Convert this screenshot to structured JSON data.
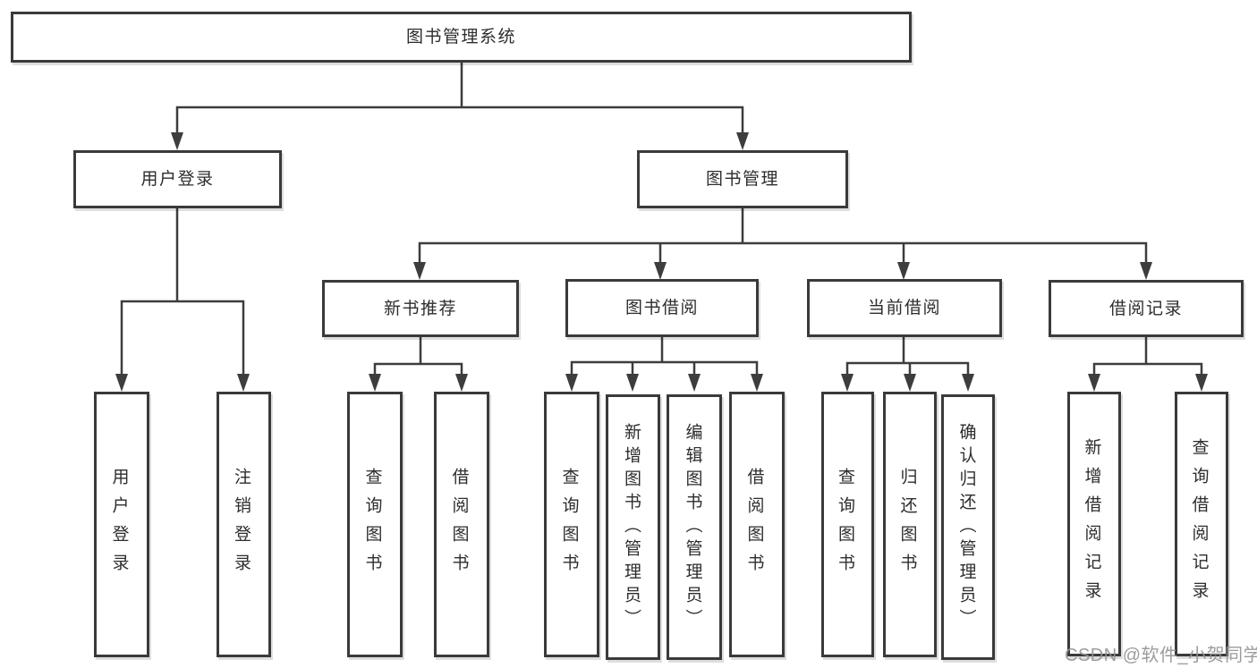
{
  "nodes": {
    "root": "图书管理系统",
    "user_login": "用户登录",
    "book_mgmt": "图书管理",
    "new_books": "新书推荐",
    "book_borrow": "图书借阅",
    "current_borrow": "当前借阅",
    "borrow_records": "借阅记录",
    "leaf_user_login": "用户登录",
    "leaf_logout": "注销登录",
    "leaf_query_book_new": "查询图书",
    "leaf_borrow_book_new": "借阅图书",
    "leaf_query_book_borrow": "查询图书",
    "leaf_add_book": "新增图书（管理员）",
    "leaf_edit_book": "编辑图书（管理员）",
    "leaf_borrow_book_borrow": "借阅图书",
    "leaf_query_book_current": "查询图书",
    "leaf_return_book": "归还图书",
    "leaf_confirm_return": "确认归还（管理员）",
    "leaf_add_record": "新增借阅记录",
    "leaf_query_record": "查询借阅记录"
  },
  "watermark": "CSDN @软件_小贺同学",
  "colors": {
    "line": "#3d3d3d",
    "box_border": "#3a3a3a",
    "text": "#2d2d2d",
    "watermark": "#949494",
    "background": "#ffffff"
  }
}
